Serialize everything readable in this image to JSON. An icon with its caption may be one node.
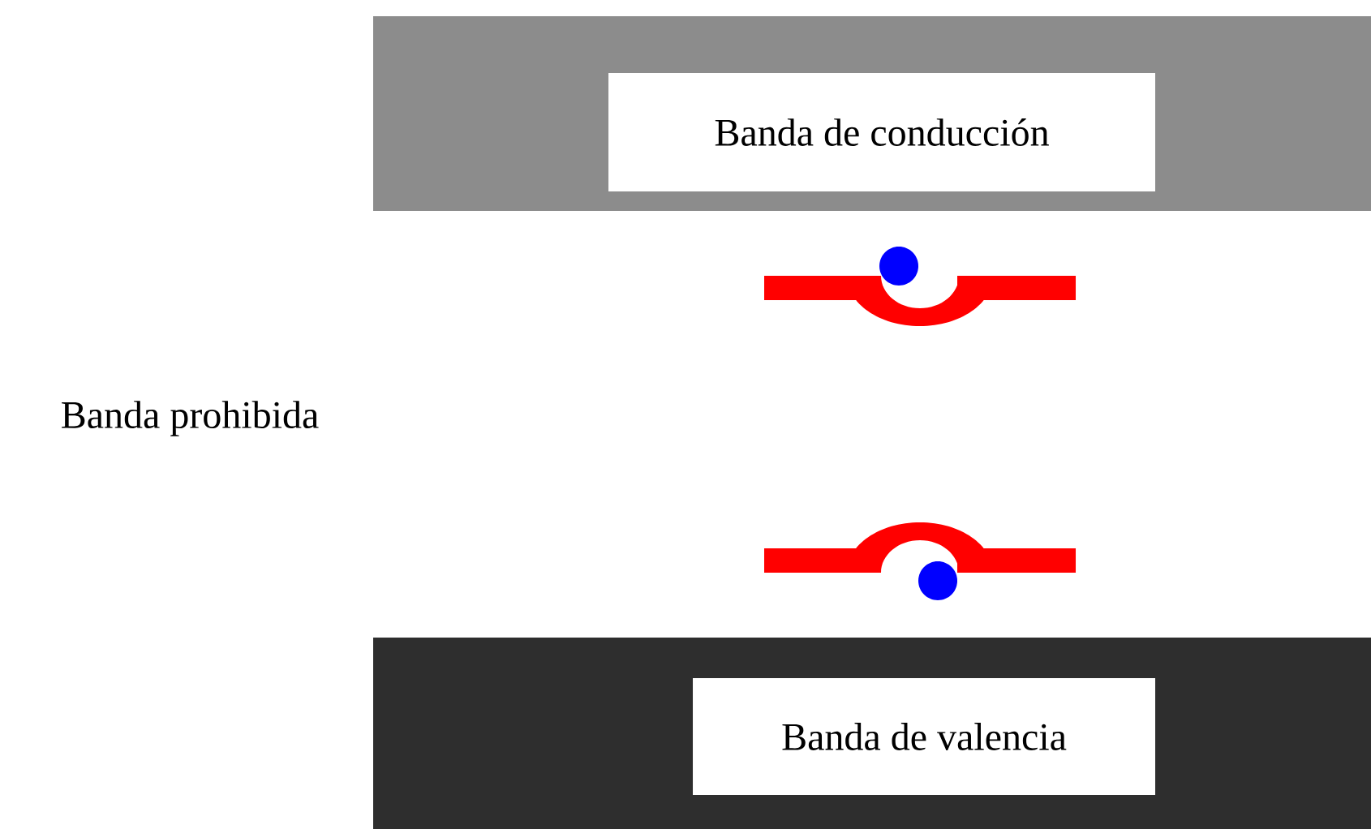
{
  "diagram": {
    "nodes": [
      {
        "text": [
          "Banda de conducción"
        ]
      },
      {
        "text": [
          "Banda de valencia"
        ]
      }
    ],
    "labels": [
      "Banda prohibida"
    ]
  }
}
